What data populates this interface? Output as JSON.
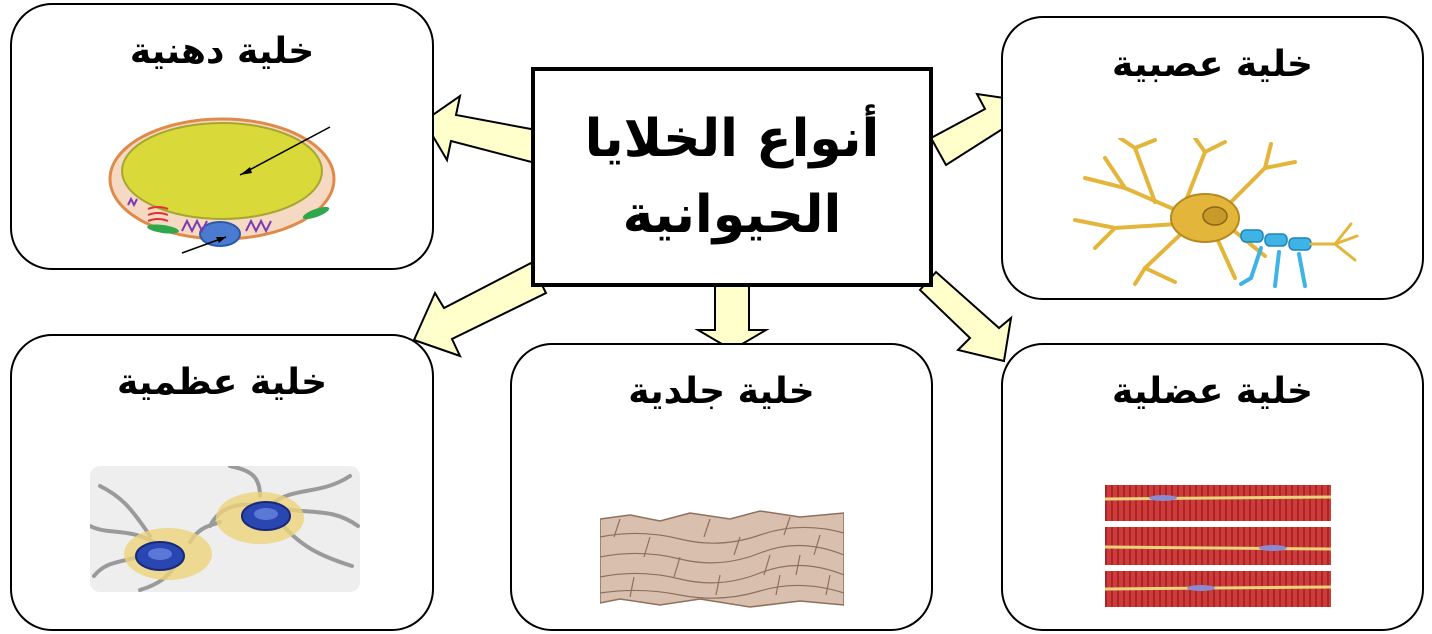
{
  "center": {
    "line1": "أنواع الخلايا",
    "line2": "الحيوانية"
  },
  "cells": {
    "fat": {
      "label": "خلية دهنية"
    },
    "nerve": {
      "label": "خلية عصبية"
    },
    "bone": {
      "label": "خلية عظمية"
    },
    "skin": {
      "label": "خلية جلدية"
    },
    "muscle": {
      "label": "خلية عضلية"
    }
  },
  "colors": {
    "arrow_fill": "#ffffcc",
    "fat_lipid": "#d9d93a",
    "fat_cytoplasm": "#f6d9c3",
    "nucleus": "#4a7bd1",
    "neuron": "#e3b53a",
    "myelin": "#3db3e6",
    "muscle": "#cf3b3b",
    "skin": "#d9bfad"
  }
}
